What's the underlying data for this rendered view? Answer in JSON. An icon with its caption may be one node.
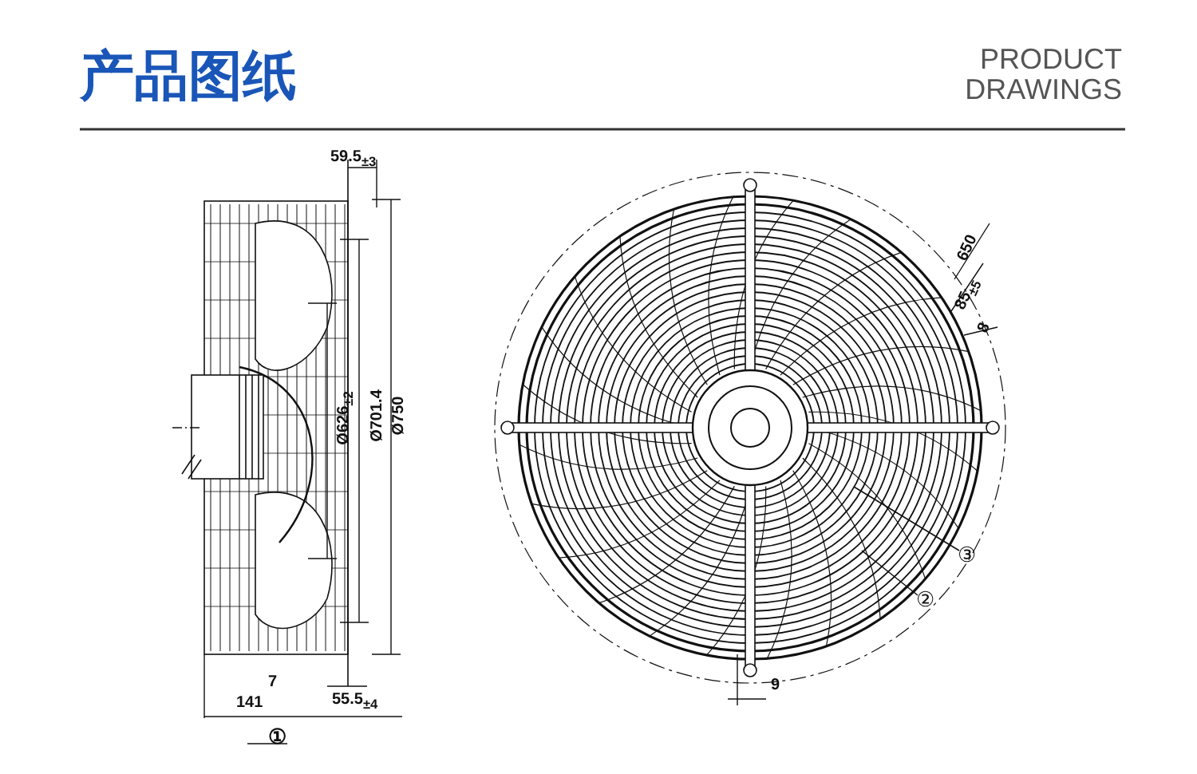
{
  "diagram": {
    "title": "产品图纸",
    "nodes": [
      {
        "text": [
          "③"
        ]
      },
      {
        "text": [
          "②"
        ]
      }
    ],
    "edges": [
      {
        "from": 0,
        "to": null,
        "arrow": "none"
      },
      {
        "from": 1,
        "to": null,
        "arrow": "none"
      }
    ],
    "labels": [
      "PRODUCT DRAWINGS",
      "59.5$_{±3}$",
      "Ø626$_{±2}$",
      "Ø701.4",
      "Ø750",
      "7",
      "141",
      "55.5$_{±4}$",
      "①",
      "650",
      "85$_{±5}$",
      "8",
      "9"
    ]
  }
}
